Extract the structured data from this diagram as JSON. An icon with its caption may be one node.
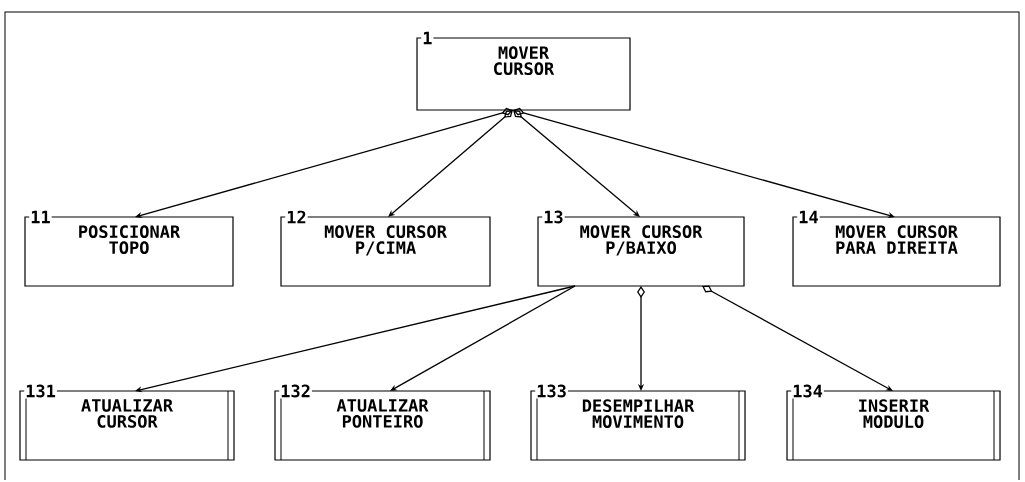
{
  "diagram": {
    "nodes": [
      {
        "text": [
          "1",
          "MOVER CURSOR"
        ]
      },
      {
        "text": [
          "11",
          "POSICIONAR TOPO"
        ]
      },
      {
        "text": [
          "12",
          "MOVER CURSOR P/CIMA"
        ]
      },
      {
        "text": [
          "13",
          "MOVER CURSOR P/BAIXO"
        ]
      },
      {
        "text": [
          "14",
          "MOVER  CURSOR PARA DIREITA"
        ]
      },
      {
        "text": [
          "131",
          "ATUALIZAR CURSOR"
        ]
      },
      {
        "text": [
          "132",
          "ATUALIZAR PONTEIRO"
        ]
      },
      {
        "text": [
          "133",
          "DESEMPILHAR MOVIMENTO"
        ]
      },
      {
        "text": [
          "134",
          "INSERIR MODULO"
        ]
      }
    ],
    "edges": [
      {
        "from": 0,
        "to": 1,
        "arrow": "to"
      },
      {
        "from": 0,
        "to": 2,
        "arrow": "to"
      },
      {
        "from": 0,
        "to": 3,
        "arrow": "to"
      },
      {
        "from": 0,
        "to": 4,
        "arrow": "to"
      },
      {
        "from": 3,
        "to": 5,
        "arrow": "to"
      },
      {
        "from": 3,
        "to": 6,
        "arrow": "to"
      },
      {
        "from": 3,
        "to": 7,
        "arrow": "to"
      },
      {
        "from": 3,
        "to": 8,
        "arrow": "to"
      }
    ]
  }
}
